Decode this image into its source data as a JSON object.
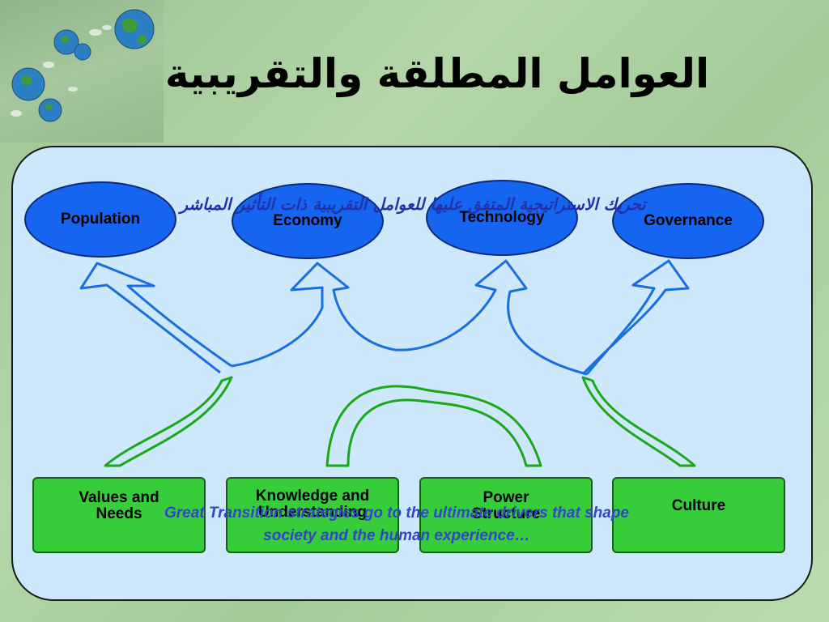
{
  "title": "العوامل المطلقة والتقريبية",
  "ovals": [
    {
      "label": "Population"
    },
    {
      "label": "Economy"
    },
    {
      "label": "Technology"
    },
    {
      "label": "Governance"
    }
  ],
  "boxes": [
    {
      "line1": "Values and",
      "line2": "Needs"
    },
    {
      "line1": "Knowledge and",
      "line2": "Understanding"
    },
    {
      "line1": "Power",
      "line2": "Structure"
    },
    {
      "line1": "Culture",
      "line2": ""
    }
  ],
  "overlay_arabic": "تحريك الاستراتيجية المتفق عليها للعوامل التقريبية ذات التأثير المباشر",
  "overlay_english_line1": "Great Transition strategies go to the ultimate drivers that shape",
  "overlay_english_line2": "society and the human experience…",
  "colors": {
    "oval_fill": "#1565f0",
    "box_fill": "#36cc3a",
    "blue_arrow": "#1a6fe0",
    "green_arrow": "#1aa81a",
    "panel": "#cde8fb"
  },
  "icons": [
    "globe-footprints-icon"
  ]
}
